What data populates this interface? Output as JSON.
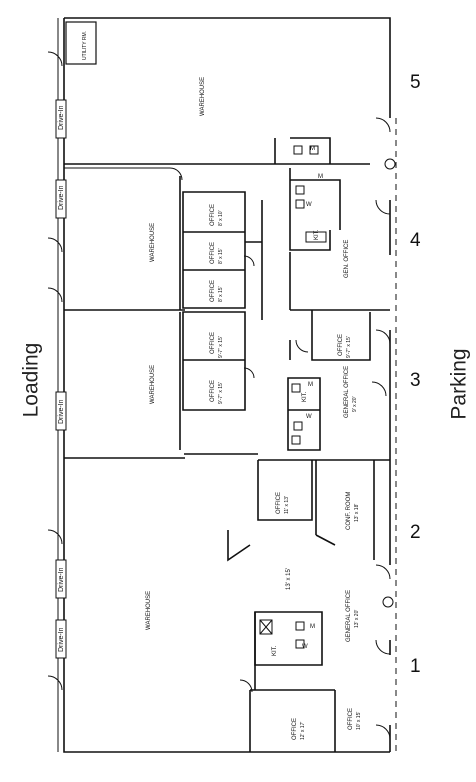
{
  "side_labels": {
    "left": "Loading",
    "right": "Parking"
  },
  "unit_numbers": [
    "1",
    "2",
    "3",
    "4",
    "5"
  ],
  "drive_in": "Drive-In",
  "rooms": {
    "utility": "UTILITY RM.",
    "warehouse": "WAREHOUSE",
    "office": "OFFICE",
    "general_office": "GENERAL OFFICE",
    "gen_office": "GEN. OFFICE",
    "conf_room": "CONF. ROOM",
    "kit": "KIT.",
    "m": "M",
    "w": "W"
  },
  "dims": {
    "d8x10": "8' x 10'",
    "d8x15": "8' x 15'",
    "d9x15": "9'-7\" x 15'",
    "d10x15": "9'-7\" x 15'",
    "d9x20": "9' x 20'",
    "d11x13": "11' x 13'",
    "d13x15": "13' x 15'",
    "d13x18": "13' x 18'",
    "d13x20": "13' x 20'",
    "d12x17": "12' x 17'",
    "d10x15b": "10' x 15'"
  }
}
